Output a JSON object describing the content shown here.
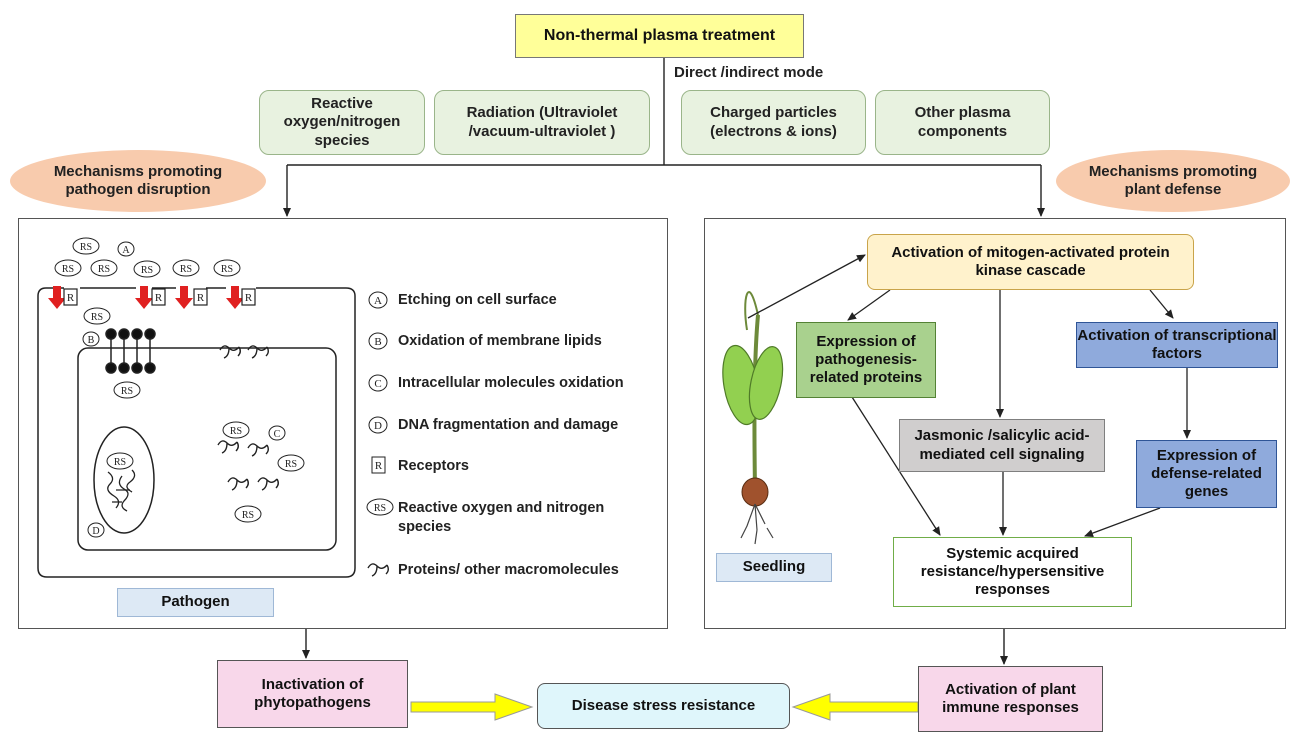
{
  "title": "Non-thermal plasma treatment",
  "mode": "Direct /indirect mode",
  "components": [
    "Reactive oxygen/nitrogen species",
    "Radiation (Ultraviolet /vacuum-ultraviolet )",
    "Charged particles (electrons & ions)",
    "Other plasma components"
  ],
  "left_oval": "Mechanisms promoting pathogen disruption",
  "right_oval": "Mechanisms promoting plant defense",
  "legend": [
    {
      "sym": "A",
      "text": "Etching on cell surface"
    },
    {
      "sym": "B",
      "text": "Oxidation  of membrane lipids"
    },
    {
      "sym": "C",
      "text": "Intracellular molecules oxidation"
    },
    {
      "sym": "D",
      "text": "DNA fragmentation and damage"
    },
    {
      "sym": "R",
      "text": "Receptors"
    },
    {
      "sym": "RS",
      "text": "Reactive oxygen and nitrogen species"
    },
    {
      "sym": "protein",
      "text": "Proteins/ other macromolecules"
    }
  ],
  "cell_labels": {
    "rs": "RS",
    "a": "A",
    "b": "B",
    "c": "C",
    "d": "D",
    "r": "R"
  },
  "pathogen_label": "Pathogen",
  "seedling_label": "Seedling",
  "mapk": "Activation of mitogen-activated protein kinase cascade",
  "pr_proteins": "Expression of pathogenesis-related proteins",
  "tf": "Activation of transcriptional factors",
  "ja_sa": "Jasmonic /salicylic acid-mediated cell signaling",
  "defense_genes": "Expression of defense-related genes",
  "sar": "Systemic acquired resistance/hypersensitive responses",
  "inactivation": "Inactivation of phytopathogens",
  "disease": "Disease stress resistance",
  "immune": "Activation of plant immune responses",
  "colors": {
    "title_fill": "#ffff99",
    "component_fill": "#e8f2e0",
    "oval_fill": "#f8cbad",
    "mapk_fill": "#fff2cc",
    "pr_fill": "#a9d18e",
    "tf_fill": "#8faadc",
    "ja_fill": "#d0cece",
    "pink_fill": "#f8d7ea",
    "cyan_fill": "#dff6fb",
    "label_fill": "#dde9f5",
    "yellow_arrow": "#ffff00",
    "red_arrow": "#e02020",
    "leaf_green": "#92d050"
  }
}
